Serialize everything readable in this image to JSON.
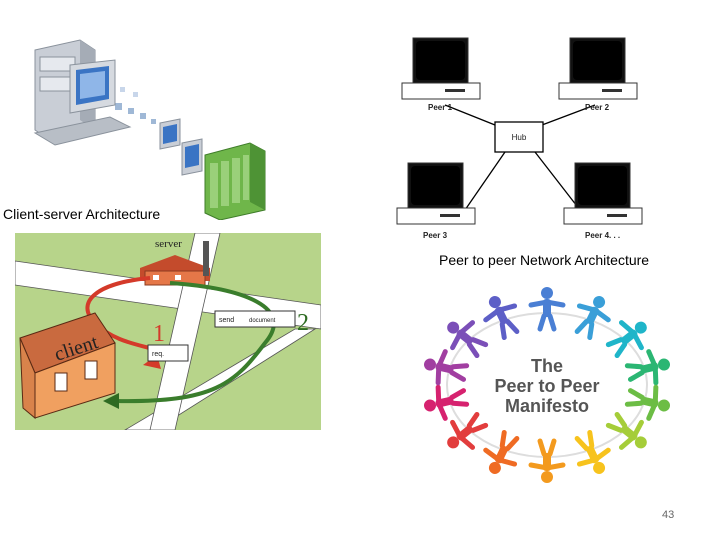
{
  "client_server": {
    "caption": "Client-server Architecture"
  },
  "p2p_network": {
    "caption": "Peer to peer Network Architecture",
    "hub_label": "Hub",
    "peers": [
      "Peer 1",
      "Peer 2",
      "Peer 3",
      "Peer 4. . ."
    ]
  },
  "illustration": {
    "server_label": "server",
    "client_label": "client",
    "step1": "1",
    "step2": "2",
    "request_label": "req.",
    "send_label": "send",
    "document_label": "document"
  },
  "manifesto": {
    "line1": "The",
    "line2": "Peer to Peer",
    "line3": "Manifesto",
    "figure_colors": [
      "#4a7fd4",
      "#3a9fd8",
      "#1fb5c9",
      "#2bb673",
      "#6cbd45",
      "#a5cd39",
      "#f7c31d",
      "#f39a1e",
      "#ef6b23",
      "#e23d3d",
      "#d6226f",
      "#a13ea1",
      "#7b4fb8",
      "#5d5fc7"
    ]
  },
  "slide": {
    "page_number": "43"
  }
}
